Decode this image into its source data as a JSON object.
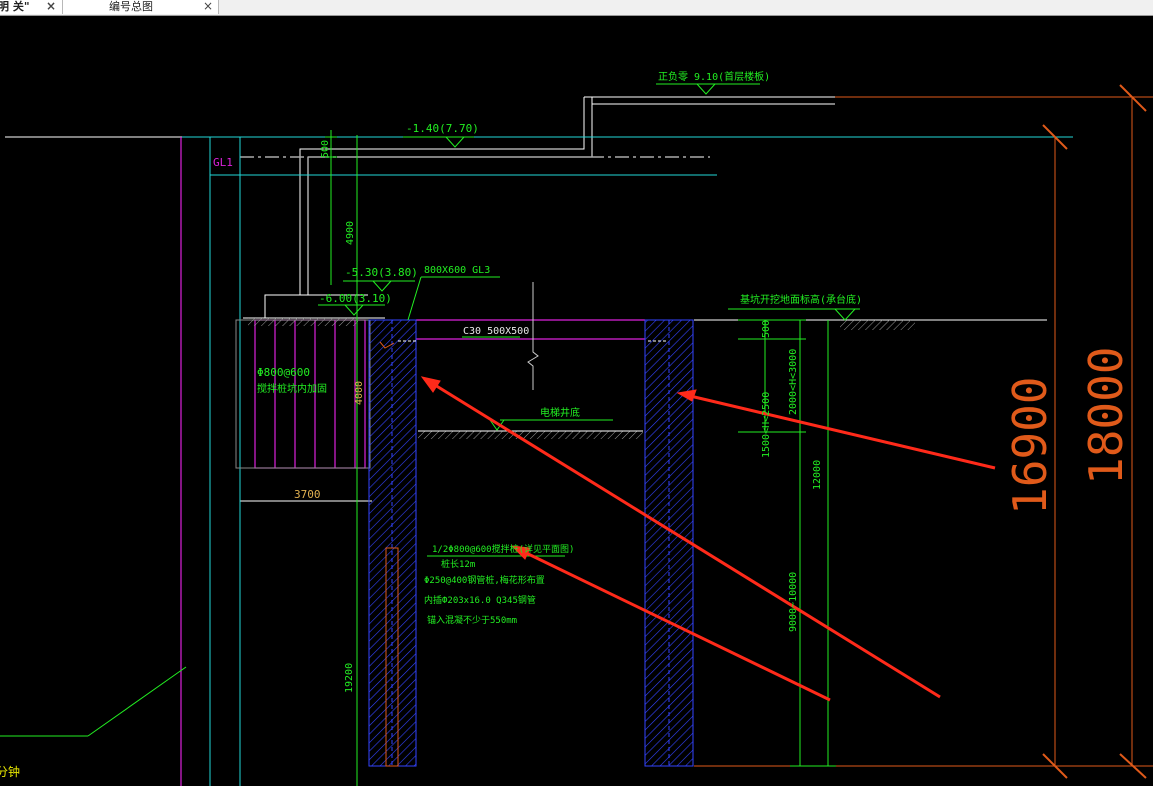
{
  "tabs": [
    {
      "label": "明 关\"",
      "close": "×"
    },
    {
      "label": "编号总图",
      "close": "×"
    }
  ],
  "drawing": {
    "label_gl1": "GL1",
    "elev_top": "正负零 9.10(首层楼板)",
    "elev_1": "-1.40(7.70)",
    "dim_500_top": "500",
    "dim_4900": "4900",
    "elev_2": "-5.30(3.80)",
    "beam_gl3": "800X600 GL3",
    "elev_3": "-6.00(3.10)",
    "pile_spec_1": "Φ800@600",
    "pile_spec_2": "搅拌桩坑内加固",
    "dim_4000": "4000",
    "dim_3700": "3700",
    "beam_c30": "C30 500X500",
    "elevator_pit": "电梯井底",
    "excavation_level": "基坑开挖地面标高(承台底)",
    "dim_500_right": "500",
    "dim_1500_2500": "1500<H<2500",
    "dim_2000_3000": "2000<H<3000",
    "dim_12000": "12000",
    "dim_9000_10000": "9000~10000",
    "dim_16900": "16900",
    "dim_18000": "18000",
    "note_1": "1/2Φ800@600搅拌桩(详见平面图)",
    "note_2": "桩长12m",
    "note_3": "Φ250@400钢管桩,梅花形布置",
    "note_4": "内插Ф203x16.0 Q345钢管",
    "note_5": "锚入混凝不少于550mm",
    "dim_19200": "19200",
    "left_edge_text": "分钟"
  },
  "colors": {
    "green": "#22ee22",
    "orange": "#e05a1a",
    "magenta": "#dd22dd",
    "cyan": "#22d8d8",
    "blue": "#3344ff",
    "red": "#ff2a1a",
    "yellow": "#e8e800",
    "gold": "#e0b050"
  }
}
